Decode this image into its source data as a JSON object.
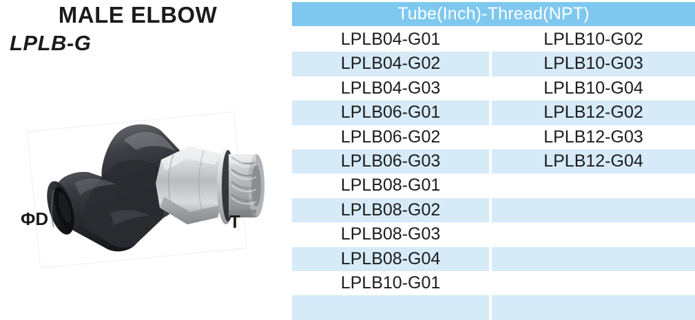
{
  "product": {
    "title": "MALE ELBOW",
    "code": "LPLB-G",
    "diagram": {
      "tube_label": "ΦD",
      "thread_label": "T",
      "body_color": "#2b2b2f",
      "metal_color": "#c9cbcd"
    }
  },
  "table": {
    "header": "Tube(Inch)-Thread(NPT)",
    "header_bg": "#7ec8ef",
    "header_text_color": "#ffffff",
    "stripe_color": "#d6eaf8",
    "rows": [
      {
        "left": "LPLB04-G01",
        "right": "LPLB10-G02"
      },
      {
        "left": "LPLB04-G02",
        "right": "LPLB10-G03"
      },
      {
        "left": "LPLB04-G03",
        "right": "LPLB10-G04"
      },
      {
        "left": "LPLB06-G01",
        "right": "LPLB12-G02"
      },
      {
        "left": "LPLB06-G02",
        "right": "LPLB12-G03"
      },
      {
        "left": "LPLB06-G03",
        "right": "LPLB12-G04"
      },
      {
        "left": "LPLB08-G01",
        "right": ""
      },
      {
        "left": "LPLB08-G02",
        "right": ""
      },
      {
        "left": "LPLB08-G03",
        "right": ""
      },
      {
        "left": "LPLB08-G04",
        "right": ""
      },
      {
        "left": "LPLB10-G01",
        "right": ""
      },
      {
        "left": "",
        "right": ""
      }
    ]
  }
}
